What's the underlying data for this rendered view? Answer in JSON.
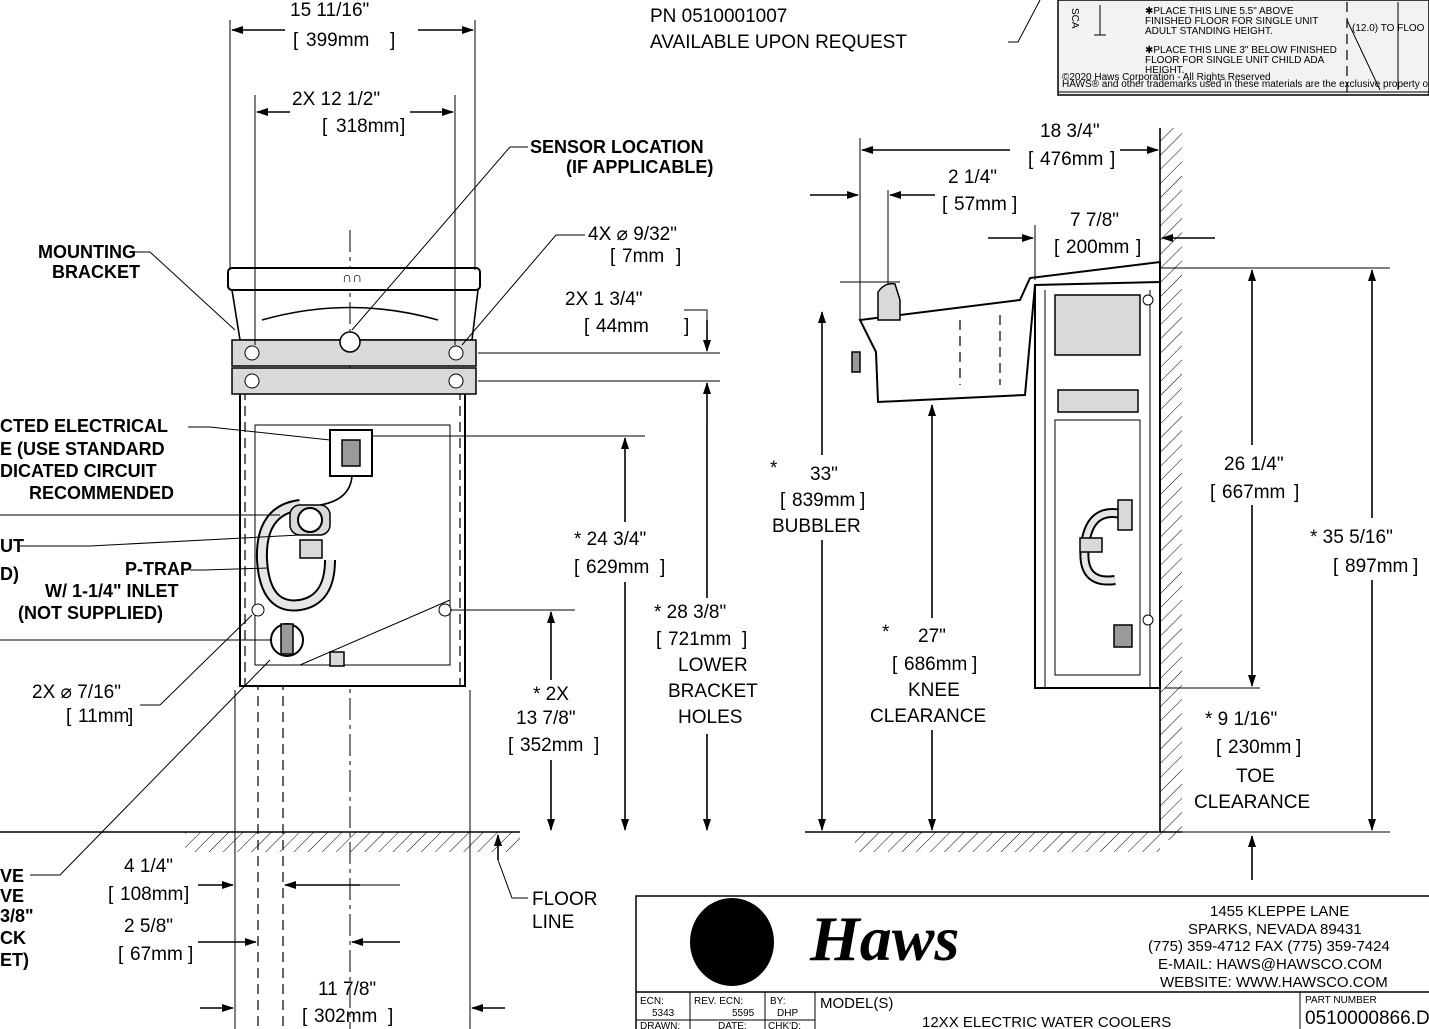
{
  "top_note": {
    "part_number": "PN 0510001007",
    "availability": "AVAILABLE UPON REQUEST"
  },
  "template_inset": {
    "line1": "✱PLACE THIS LINE 5.5\" ABOVE",
    "line2": "FINISHED FLOOR FOR SINGLE UNIT",
    "line3": "ADULT STANDING HEIGHT.",
    "line4": "✱PLACE THIS LINE 3\" BELOW FINISHED",
    "line5": "FLOOR FOR SINGLE UNIT CHILD ADA",
    "line6": "HEIGHT.",
    "scale_label": "(12.0) TO FLOO",
    "side_label": "SCA",
    "copyright1": "©2020 Haws Corporation - All Rights Reserved",
    "copyright2": "HAWS® and other trademarks used in these materials are the exclusive property of Haws Corporation."
  },
  "front_view": {
    "overall_width": {
      "imperial": "15 11/16\"",
      "metric": "399mm"
    },
    "bracket_spacing": {
      "imperial": "2X  12 1/2\"",
      "metric": "318mm"
    },
    "mounting_hole": {
      "imperial": "4X ⌀ 9/32\"",
      "metric": "7mm"
    },
    "bracket_height": {
      "imperial": "2X  1 3/4\"",
      "metric": "44mm"
    },
    "electrical_height": {
      "imperial": "* 24 3/4\"",
      "metric": "629mm"
    },
    "lower_bracket": {
      "imperial": "* 28 3/8\"",
      "metric": "721mm",
      "caption1": "LOWER",
      "caption2": "BRACKET",
      "caption3": "HOLES"
    },
    "lower_holes": {
      "imperial1": "* 2X",
      "imperial2": "13 7/8\"",
      "metric": "352mm"
    },
    "lower_hole_dia": {
      "imperial": "2X  ⌀ 7/16\"",
      "metric": "11mm"
    },
    "supply_offset": {
      "imperial": "4 1/4\"",
      "metric": "108mm"
    },
    "waste_offset": {
      "imperial": "2 5/8\"",
      "metric": "67mm"
    },
    "lower_width": {
      "imperial": "11 7/8\"",
      "metric": "302mm"
    },
    "callouts": {
      "sensor": [
        "SENSOR LOCATION",
        "(IF APPLICABLE)"
      ],
      "mounting_bracket": [
        "MOUNTING",
        "BRACKET"
      ],
      "electrical": [
        "CTED ELECTRICAL",
        "E (USE STANDARD",
        "DICATED CIRCUIT",
        "RECOMMENDED"
      ],
      "outlet": [
        "UT",
        "D)"
      ],
      "ptrap": [
        "P-TRAP",
        "W/ 1-1/4\" INLET",
        "(NOT SUPPLIED)"
      ],
      "valve": [
        "VE",
        "VE",
        "3/8\"",
        "CK",
        "ET)"
      ],
      "floor": [
        "FLOOR",
        "LINE"
      ]
    }
  },
  "side_view": {
    "projection": {
      "imperial": "18 3/4\"",
      "metric": "476mm"
    },
    "bubbler_offset": {
      "imperial": "2 1/4\"",
      "metric": "57mm"
    },
    "cabinet_depth": {
      "imperial": "7 7/8\"",
      "metric": "200mm"
    },
    "bubbler_height": {
      "imperial": "33\"",
      "star": "*",
      "metric": "839mm",
      "caption": "BUBBLER"
    },
    "knee_clearance": {
      "imperial": "27\"",
      "star": "*",
      "metric": "686mm",
      "caption": "KNEE",
      "caption2": "CLEARANCE"
    },
    "unit_height": {
      "imperial": "26 1/4\"",
      "metric": "667mm"
    },
    "overall_height": {
      "imperial": "* 35 5/16\"",
      "metric": "897mm"
    },
    "toe_clearance": {
      "imperial": "*  9 1/16\"",
      "metric": "230mm",
      "caption": "TOE",
      "caption2": "CLEARANCE"
    }
  },
  "title_block": {
    "brand": "Haws",
    "address1": "1455 KLEPPE LANE",
    "address2": "SPARKS, NEVADA  89431",
    "phone": "(775) 359-4712  FAX (775) 359-7424",
    "email": "E-MAIL:  HAWS@HAWSCO.COM",
    "website": "WEBSITE:  WWW.HAWSCO.COM",
    "ecn_label": "ECN:",
    "ecn_value": "5343",
    "rev_ecn_label": "REV. ECN:",
    "rev_ecn_value": "5595",
    "by_label": "BY:",
    "by_value": "DHP",
    "drawn_label": "DRAWN:",
    "date_label": "DATE:",
    "chkd_label": "CHK'D:",
    "model_label": "MODEL(S)",
    "model_value": "12XX ELECTRIC WATER COOLERS",
    "part_label": "PART NUMBER",
    "part_value": "0510000866.D"
  }
}
